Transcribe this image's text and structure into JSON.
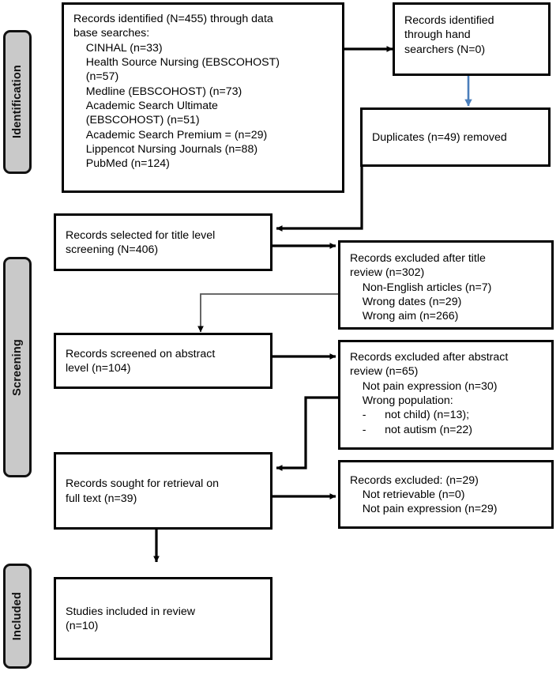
{
  "diagram": {
    "title": "PRISMA study selection flow diagram",
    "stages": [
      {
        "id": "identification",
        "label": "Identification"
      },
      {
        "id": "screening",
        "label": "Screening"
      },
      {
        "id": "included",
        "label": "Included"
      }
    ],
    "boxes": {
      "records_identified": {
        "name": "records-identified-box",
        "lines": [
          "Records identified (N=455) through data",
          "base searches:",
          "    CINHAL (n=33)",
          "    Health Source Nursing (EBSCOHOST)",
          "    (n=57)",
          "    Medline (EBSCOHOST) (n=73)",
          "    Academic Search Ultimate",
          "    (EBSCOHOST) (n=51)",
          "    Academic Search Premium = (n=29)",
          "    Lippencot Nursing Journals (n=88)",
          "    PubMed (n=124)"
        ]
      },
      "hand_searchers": {
        "name": "hand-searchers-box",
        "lines": [
          "Records identified",
          "through hand",
          "searchers (N=0)"
        ]
      },
      "duplicates_removed": {
        "name": "duplicates-removed-box",
        "lines": [
          "Duplicates (n=49) removed"
        ]
      },
      "title_screening": {
        "name": "title-level-screening-box",
        "lines": [
          "Records selected for title level",
          "screening (N=406)"
        ]
      },
      "title_excluded": {
        "name": "title-excluded-box",
        "lines": [
          "Records excluded after title",
          "review (n=302)",
          "    Non-English articles (n=7)",
          "    Wrong dates (n=29)",
          "    Wrong aim (n=266)"
        ]
      },
      "abstract_screened": {
        "name": "abstract-screened-box",
        "lines": [
          "Records screened on abstract",
          "level (n=104)"
        ]
      },
      "abstract_excluded": {
        "name": "abstract-excluded-box",
        "lines": [
          "Records excluded after abstract",
          "review (n=65)",
          "    Not pain expression (n=30)",
          "    Wrong population:",
          "    -      not child) (n=13);",
          "    -      not autism (n=22)"
        ]
      },
      "full_text_sought": {
        "name": "full-text-retrieval-box",
        "lines": [
          "Records sought for retrieval on",
          "full text (n=39)"
        ]
      },
      "full_text_excluded": {
        "name": "full-text-excluded-box",
        "lines": [
          "Records excluded: (n=29)",
          "    Not retrievable (n=0)",
          "    Not pain expression (n=29)"
        ]
      },
      "studies_included": {
        "name": "studies-included-box",
        "lines": [
          "Studies included in review",
          "(n=10)"
        ]
      }
    },
    "colors": {
      "stage_fill": "#c9c9c9",
      "stage_border": "#111111",
      "box_border": "#000000",
      "box_fill": "#ffffff",
      "text": "#000000",
      "arrow_black": "#000000",
      "arrow_blue": "#4a7ebb",
      "arrow_gray": "#555555"
    }
  }
}
